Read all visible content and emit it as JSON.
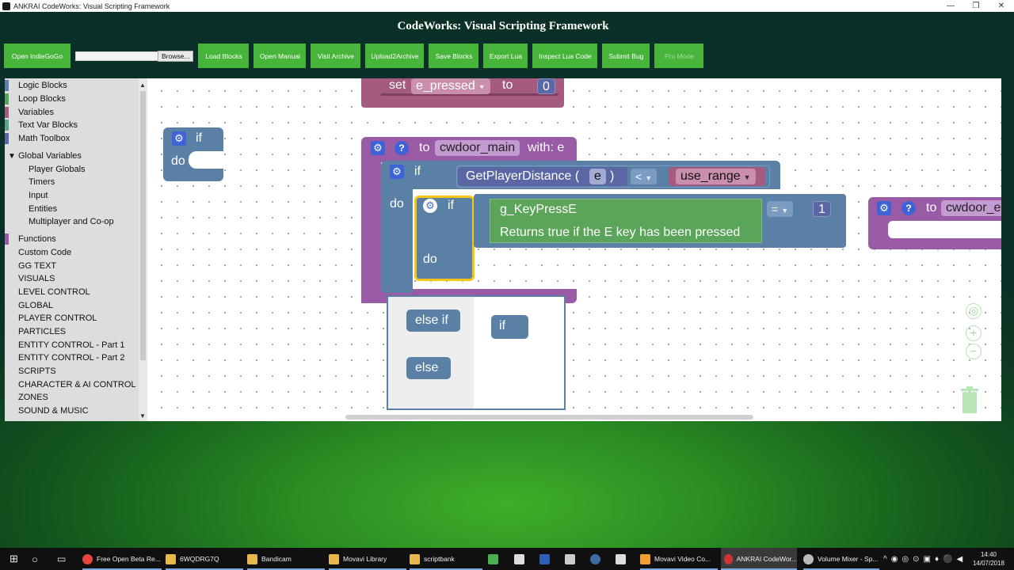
{
  "window": {
    "title": "ANKRAI CodeWorks: Visual Scripting Framework",
    "min": "—",
    "max": "❐",
    "close": "✕"
  },
  "app": {
    "title": "CodeWorks: Visual Scripting Framework"
  },
  "toolbar": {
    "open_indiegogo": "Open IndieGoGo",
    "file_value": "",
    "browse": "Browse...",
    "load_blocks": "Load Blocks",
    "open_manual": "Open Manual",
    "visit_archive": "Visit Archive",
    "upload2archive": "Upload2Archive",
    "save_blocks": "Save Blocks",
    "export_lua": "Export Lua",
    "inspect_lua": "Inspect Lua Code",
    "submit_bug": "Submit Bug",
    "pro_mode": "Pro Mode"
  },
  "sidebar": {
    "items": [
      {
        "label": "Logic Blocks",
        "color": "#5b80a5"
      },
      {
        "label": "Loop Blocks",
        "color": "#5ba55b"
      },
      {
        "label": "Variables",
        "color": "#a55b80"
      },
      {
        "label": "Text Var Blocks",
        "color": "#5ba58c"
      },
      {
        "label": "Math Toolbox",
        "color": "#5b67a5"
      },
      {
        "label": "Global Variables",
        "color": ""
      },
      {
        "label": "Player Globals",
        "color": ""
      },
      {
        "label": "Timers",
        "color": ""
      },
      {
        "label": "Input",
        "color": ""
      },
      {
        "label": "Entities",
        "color": ""
      },
      {
        "label": "Multiplayer and Co-op",
        "color": ""
      },
      {
        "label": "Functions",
        "color": "#995ba5"
      },
      {
        "label": "Custom Code",
        "color": ""
      },
      {
        "label": "GG TEXT",
        "color": ""
      },
      {
        "label": "VISUALS",
        "color": ""
      },
      {
        "label": "LEVEL CONTROL",
        "color": ""
      },
      {
        "label": "GLOBAL",
        "color": ""
      },
      {
        "label": "PLAYER CONTROL",
        "color": ""
      },
      {
        "label": "PARTICLES",
        "color": ""
      },
      {
        "label": "ENTITY CONTROL - Part 1",
        "color": ""
      },
      {
        "label": "ENTITY CONTROL - Part 2",
        "color": ""
      },
      {
        "label": "SCRIPTS",
        "color": ""
      },
      {
        "label": "CHARACTER & AI CONTROL",
        "color": ""
      },
      {
        "label": "ZONES",
        "color": ""
      },
      {
        "label": "SOUND & MUSIC",
        "color": ""
      }
    ],
    "group_arrow": "▼",
    "scroll_up": "▲",
    "scroll_down": "▼"
  },
  "workspace": {
    "set_block": {
      "set": "set",
      "var": "e_pressed",
      "to": "to",
      "value": "0"
    },
    "if_block_small": {
      "if": "if",
      "do": "do"
    },
    "function_block": {
      "to": "to",
      "name": "cwdoor_main",
      "with": "with: e"
    },
    "outer_if": {
      "if": "if",
      "do": "do"
    },
    "condition": {
      "fn": "GetPlayerDistance (",
      "arg": "e",
      "close": ")",
      "op": "<",
      "var": "use_range"
    },
    "inner_if": {
      "if": "if",
      "do": "do"
    },
    "keypress": {
      "name": "g_KeyPressE",
      "tooltip": "Returns true if the E key has been pressed"
    },
    "compare": {
      "op": "=",
      "value": "1"
    },
    "mutator": {
      "else_if": "else if",
      "else": "else",
      "if": "if"
    },
    "right_function": {
      "to": "to",
      "name": "cwdoor_e"
    },
    "gear_glyph": "⚙",
    "help_glyph": "?",
    "zoom_reset": "◎",
    "zoom_in": "+",
    "zoom_out": "−"
  },
  "taskbar": {
    "items": [
      {
        "label": "Free Open Beta Re...",
        "color": "#e8453c"
      },
      {
        "label": "6WQDRG7Q",
        "color": "#e8b84a"
      },
      {
        "label": "Bandicam",
        "color": "#e8b84a"
      },
      {
        "label": "Movavi Library",
        "color": "#e8b84a"
      },
      {
        "label": "scriptbank",
        "color": "#e8b84a"
      },
      {
        "label": "Movavi Video Co...",
        "color": "#f0a030"
      },
      {
        "label": "ANKRAI CodeWor...",
        "color": "#cc3333"
      },
      {
        "label": "Volume Mixer - Sp...",
        "color": "#bbbbbb"
      }
    ],
    "time": "14:40",
    "date": "14/07/2018"
  }
}
